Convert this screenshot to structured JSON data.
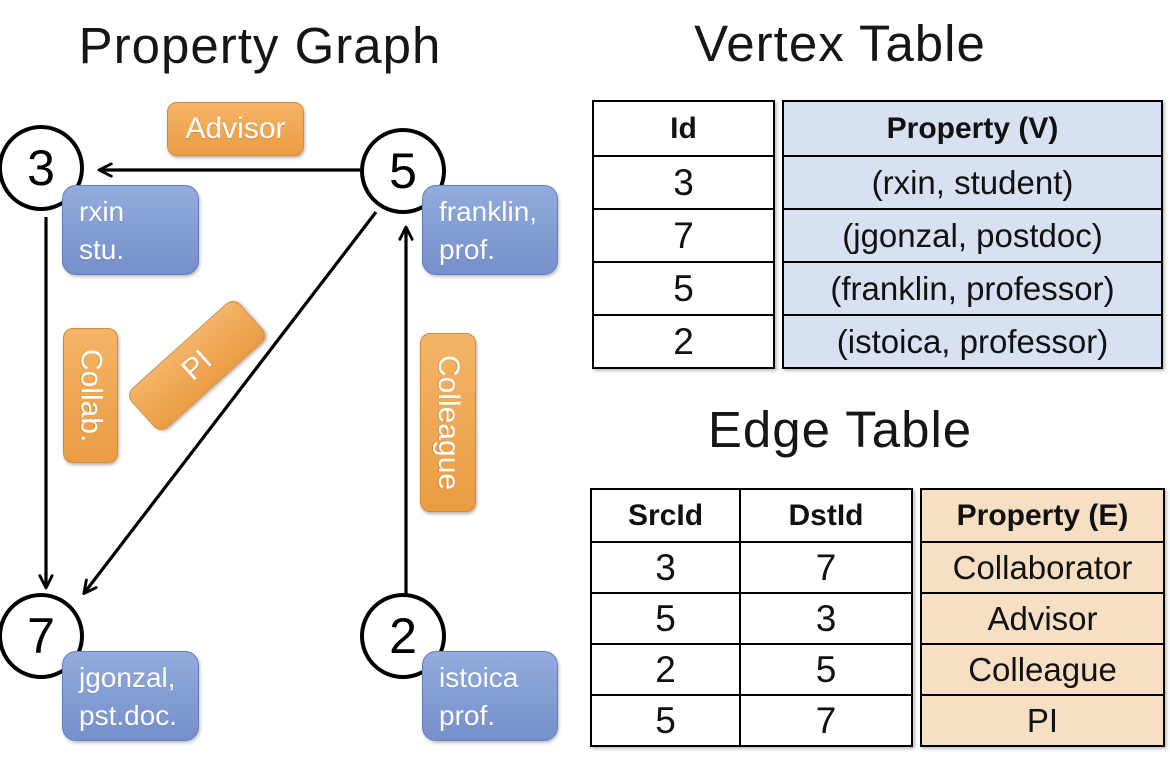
{
  "colors": {
    "edge_label_top": "#f5b468",
    "edge_label_bottom": "#ea9c42",
    "edge_label_border": "#d18a38",
    "vertex_label_top": "#93abdd",
    "vertex_label_bottom": "#7590ca",
    "vertex_label_border": "#5f7fbf",
    "vertex_table_fill": "#d8e1f2",
    "edge_table_fill": "#f6dfc3",
    "ink": "#000000"
  },
  "graph": {
    "title": "Property Graph",
    "nodes": [
      {
        "id": "3",
        "label_lines": [
          "rxin",
          "stu."
        ]
      },
      {
        "id": "5",
        "label_lines": [
          "franklin,",
          "prof."
        ]
      },
      {
        "id": "7",
        "label_lines": [
          "jgonzal,",
          "pst.doc."
        ]
      },
      {
        "id": "2",
        "label_lines": [
          "istoica",
          "prof."
        ]
      }
    ],
    "edge_labels": [
      "Advisor",
      "Collab.",
      "PI",
      "Colleague"
    ],
    "edges": [
      {
        "from": "5",
        "to": "3",
        "label": "Advisor"
      },
      {
        "from": "3",
        "to": "7",
        "label": "Collab."
      },
      {
        "from": "5",
        "to": "7",
        "label": "PI"
      },
      {
        "from": "2",
        "to": "5",
        "label": "Colleague"
      }
    ]
  },
  "vertex_table": {
    "title": "Vertex Table",
    "columns": [
      "Id",
      "Property (V)"
    ],
    "rows": [
      [
        "3",
        "(rxin, student)"
      ],
      [
        "7",
        "(jgonzal, postdoc)"
      ],
      [
        "5",
        "(franklin, professor)"
      ],
      [
        "2",
        "(istoica, professor)"
      ]
    ]
  },
  "edge_table": {
    "title": "Edge Table",
    "columns": [
      "SrcId",
      "DstId",
      "Property (E)"
    ],
    "rows": [
      [
        "3",
        "7",
        "Collaborator"
      ],
      [
        "5",
        "3",
        "Advisor"
      ],
      [
        "2",
        "5",
        "Colleague"
      ],
      [
        "5",
        "7",
        "PI"
      ]
    ]
  }
}
